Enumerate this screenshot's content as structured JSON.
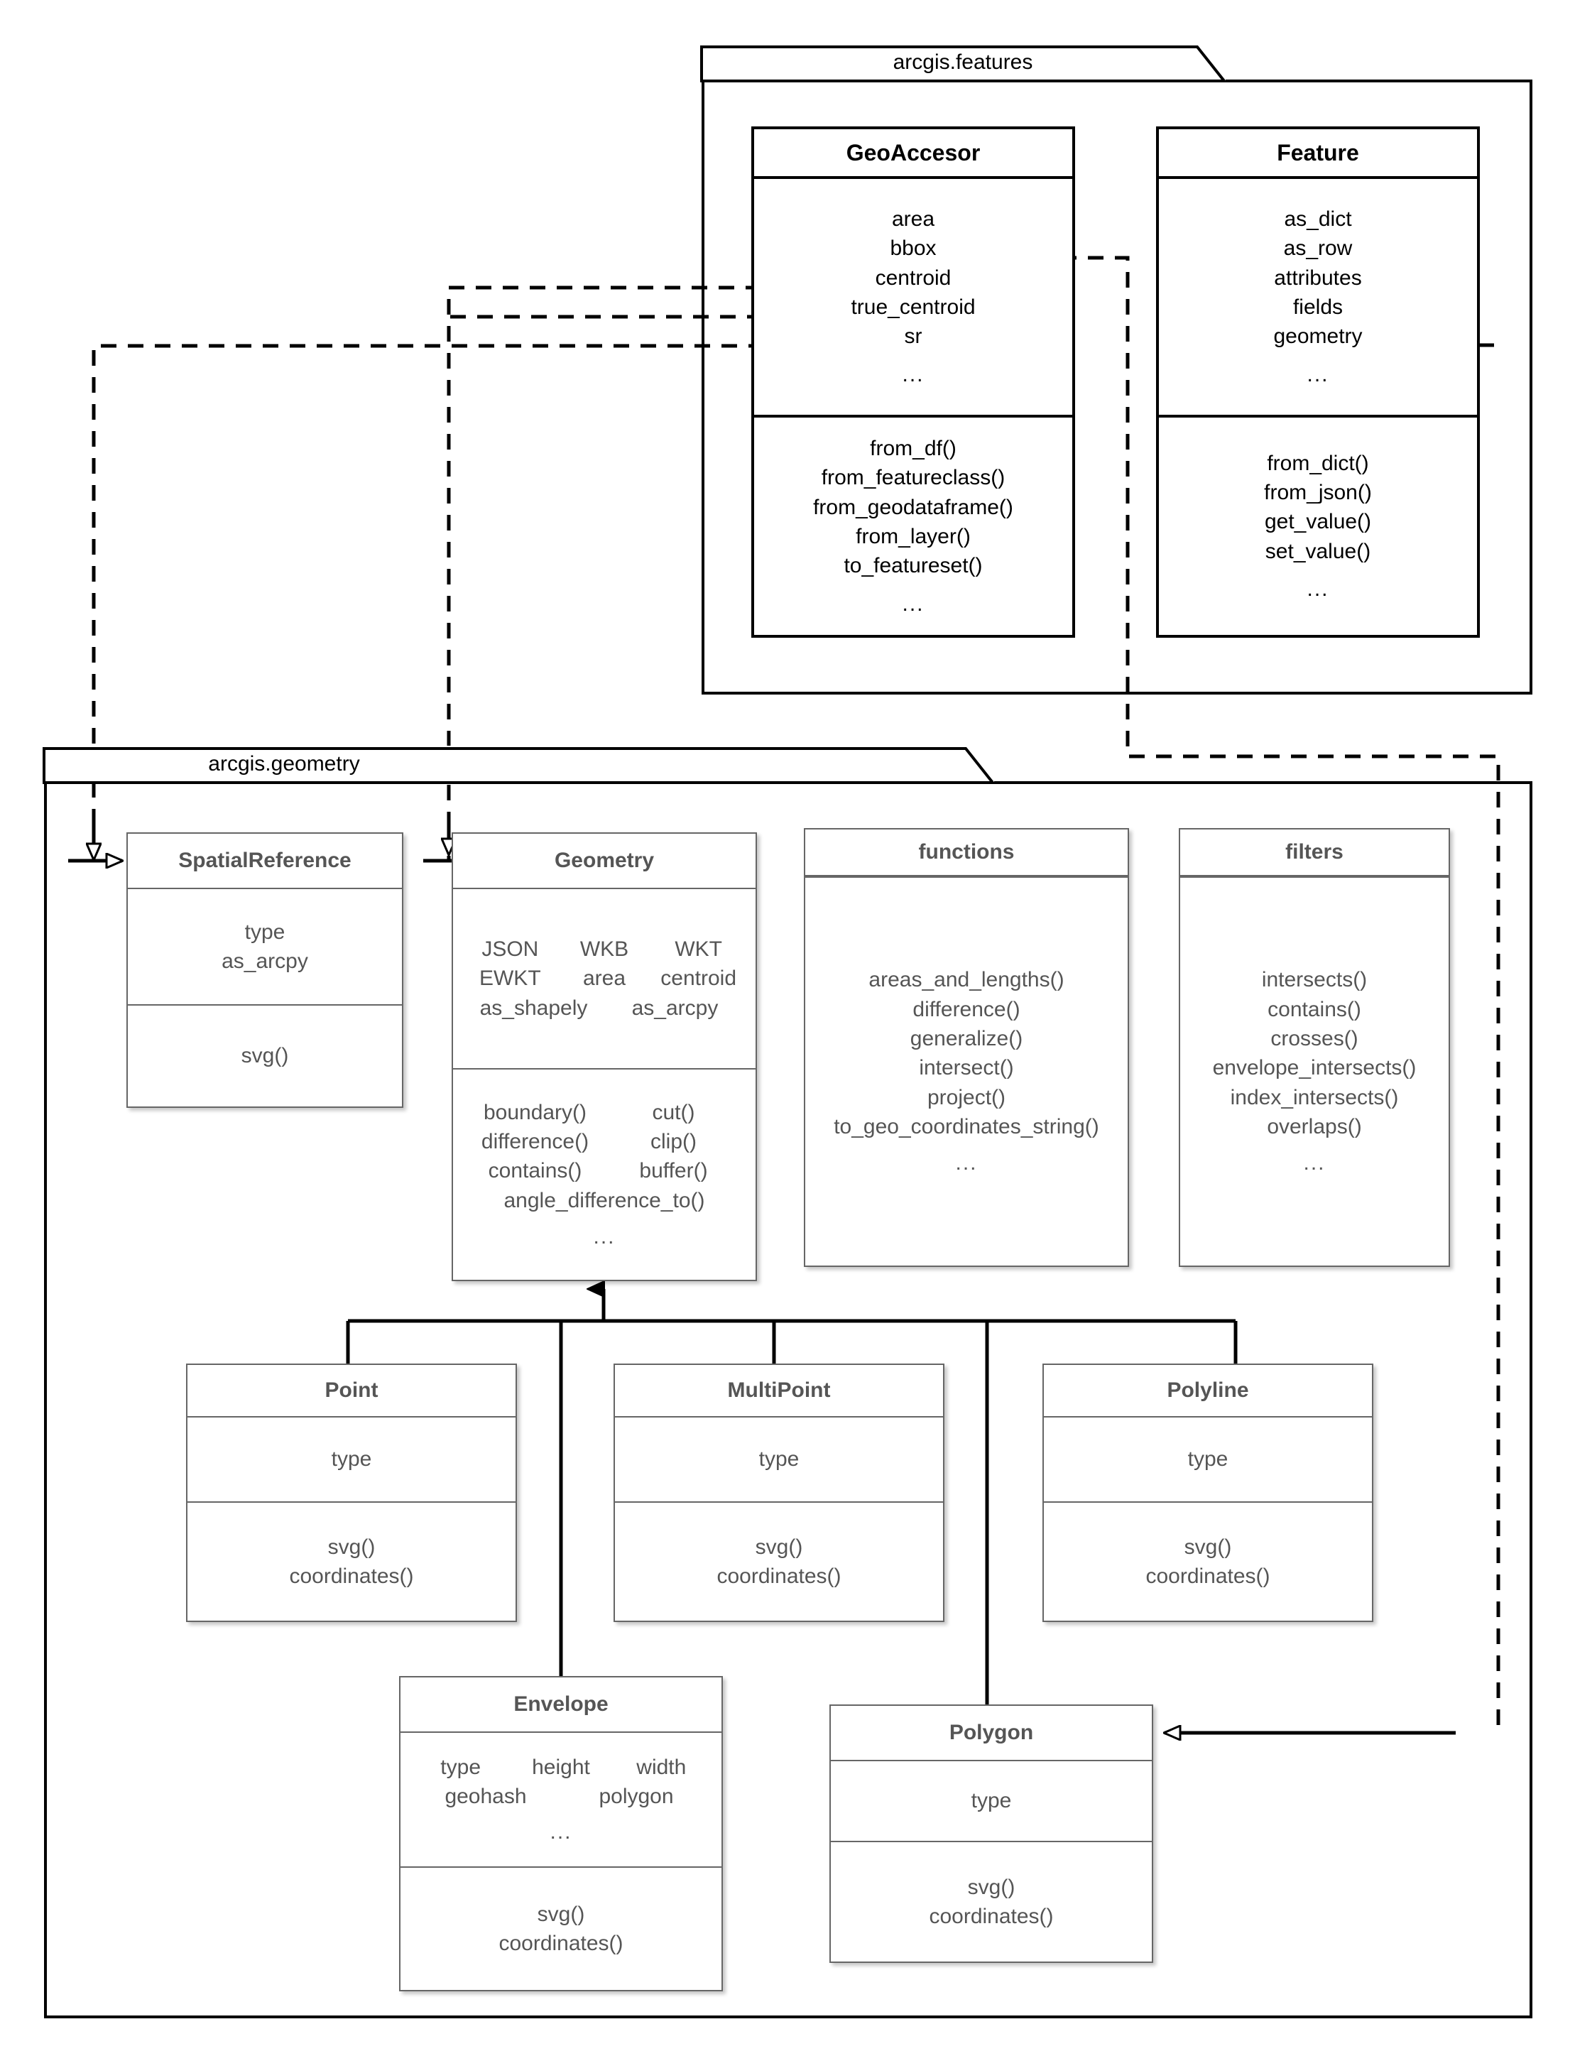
{
  "diagram": {
    "title": "ArcGIS Python API geometry and features class diagram",
    "colors": {
      "package_border": "#000000",
      "black_class_border": "#000000",
      "gray_class_border": "#666666",
      "gray_class_text": "#555555",
      "connector": "#000000",
      "background": "#ffffff"
    }
  },
  "packages": [
    {
      "id": "features",
      "label": "arcgis.features"
    },
    {
      "id": "geometry",
      "label": "arcgis.geometry"
    }
  ],
  "classes": {
    "geoaccesor": {
      "name": "GeoAccesor",
      "attributes": [
        "area",
        "bbox",
        "centroid",
        "true_centroid",
        "sr",
        "..."
      ],
      "methods": [
        "from_df()",
        "from_featureclass()",
        "from_geodataframe()",
        "from_layer()",
        "to_featureset()",
        "..."
      ]
    },
    "feature": {
      "name": "Feature",
      "attributes": [
        "as_dict",
        "as_row",
        "attributes",
        "fields",
        "geometry",
        "..."
      ],
      "methods": [
        "from_dict()",
        "from_json()",
        "get_value()",
        "set_value()",
        "..."
      ]
    },
    "spatialreference": {
      "name": "SpatialReference",
      "attributes": [
        "type",
        "as_arcpy"
      ],
      "methods": [
        "svg()"
      ]
    },
    "geometry": {
      "name": "Geometry",
      "attributes_grid": [
        "JSON",
        "WKB",
        "WKT",
        "EWKT",
        "area",
        "centroid",
        "as_shapely",
        "as_arcpy"
      ],
      "methods_grid": [
        "boundary()",
        "cut()",
        "difference()",
        "clip()",
        "contains()",
        "buffer()"
      ],
      "methods_wide": [
        "angle_difference_to()"
      ],
      "methods_ellipsis": "..."
    },
    "functions": {
      "name": "functions",
      "methods": [
        "areas_and_lengths()",
        "difference()",
        "generalize()",
        "intersect()",
        "project()",
        "to_geo_coordinates_string()",
        "..."
      ]
    },
    "filters": {
      "name": "filters",
      "methods": [
        "intersects()",
        "contains()",
        "crosses()",
        "envelope_intersects()",
        "index_intersects()",
        "overlaps()",
        "..."
      ]
    },
    "point": {
      "name": "Point",
      "attributes": [
        "type"
      ],
      "methods": [
        "svg()",
        "coordinates()"
      ]
    },
    "multipoint": {
      "name": "MultiPoint",
      "attributes": [
        "type"
      ],
      "methods": [
        "svg()",
        "coordinates()"
      ]
    },
    "polyline": {
      "name": "Polyline",
      "attributes": [
        "type"
      ],
      "methods": [
        "svg()",
        "coordinates()"
      ]
    },
    "envelope": {
      "name": "Envelope",
      "attributes_grid": [
        "type",
        "height",
        "width"
      ],
      "attributes_row2": [
        "geohash",
        "polygon"
      ],
      "attributes_ellipsis": "...",
      "methods": [
        "svg()",
        "coordinates()"
      ]
    },
    "polygon": {
      "name": "Polygon",
      "attributes": [
        "type"
      ],
      "methods": [
        "svg()",
        "coordinates()"
      ]
    }
  },
  "relationships": [
    {
      "from": "GeoAccesor.centroid",
      "to": "Geometry",
      "style": "dashed",
      "arrow": "hollow-triangle"
    },
    {
      "from": "GeoAccesor.true_centroid",
      "to": "Geometry",
      "style": "dashed",
      "arrow": "hollow-triangle"
    },
    {
      "from": "GeoAccesor.sr",
      "to": "SpatialReference",
      "style": "dashed",
      "arrow": "hollow-triangle"
    },
    {
      "from": "GeoAccesor.bbox",
      "to": "Polygon",
      "style": "dashed",
      "arrow": "hollow-triangle"
    },
    {
      "from": "Feature.geometry",
      "to": "Polygon",
      "style": "dashed",
      "arrow": "hollow-triangle"
    },
    {
      "from": "Point",
      "to": "Geometry",
      "style": "solid",
      "arrow": "filled-triangle"
    },
    {
      "from": "MultiPoint",
      "to": "Geometry",
      "style": "solid",
      "arrow": "filled-triangle"
    },
    {
      "from": "Polyline",
      "to": "Geometry",
      "style": "solid",
      "arrow": "filled-triangle"
    },
    {
      "from": "Envelope",
      "to": "Geometry",
      "style": "solid",
      "arrow": "filled-triangle"
    },
    {
      "from": "Polygon",
      "to": "Geometry",
      "style": "solid",
      "arrow": "filled-triangle"
    }
  ]
}
